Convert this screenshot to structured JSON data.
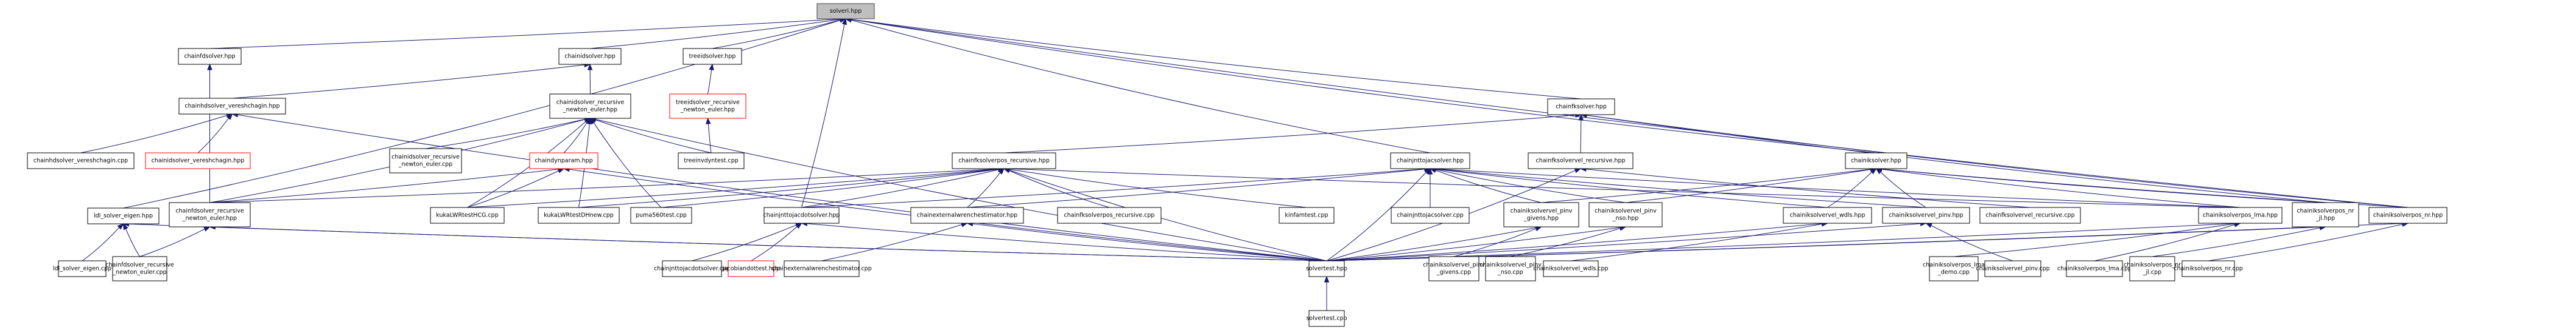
{
  "title": "solveri.hpp include dependency graph",
  "colors": {
    "edge": "#191970",
    "root_fill": "#bfbfbf",
    "node_border": "#000000",
    "missing_border": "#ff0000"
  },
  "nodes": [
    {
      "id": "solveri_hpp",
      "lines": [
        "solveri.hpp"
      ],
      "style": "root"
    },
    {
      "id": "chainfdsolver_hpp",
      "lines": [
        "chainfdsolver.hpp"
      ]
    },
    {
      "id": "chainidsolver_hpp",
      "lines": [
        "chainidsolver.hpp"
      ]
    },
    {
      "id": "treeidsolver_hpp",
      "lines": [
        "treeidsolver.hpp"
      ]
    },
    {
      "id": "chainfksolver_hpp",
      "lines": [
        "chainfksolver.hpp"
      ]
    },
    {
      "id": "chainhdsolver_vereshchagin_hpp",
      "lines": [
        "chainhdsolver_vereshchagin.hpp"
      ]
    },
    {
      "id": "chainidsolver_recursive_newton_euler_hpp",
      "lines": [
        "chainidsolver_recursive",
        "_newton_euler.hpp"
      ]
    },
    {
      "id": "treeidsolver_recursive_newton_euler_hpp",
      "lines": [
        "treeidsolver_recursive",
        "_newton_euler.hpp"
      ],
      "style": "red"
    },
    {
      "id": "chainhdsolver_vereshchagin_cpp",
      "lines": [
        "chainhdsolver_vereshchagin.cpp"
      ]
    },
    {
      "id": "chainidsolver_vereshchagin_hpp",
      "lines": [
        "chainidsolver_vereshchagin.hpp"
      ],
      "style": "red"
    },
    {
      "id": "chainidsolver_recursive_newton_euler_cpp",
      "lines": [
        "chainidsolver_recursive",
        "_newton_euler.cpp"
      ]
    },
    {
      "id": "chaindynparam_hpp",
      "lines": [
        "chaindynparam.hpp"
      ],
      "style": "red"
    },
    {
      "id": "treeinvdyntest_cpp",
      "lines": [
        "treeinvdyntest.cpp"
      ]
    },
    {
      "id": "chainfksolverpos_recursive_hpp",
      "lines": [
        "chainfksolverpos_recursive.hpp"
      ]
    },
    {
      "id": "chainjnttojacsolver_hpp",
      "lines": [
        "chainjnttojacsolver.hpp"
      ]
    },
    {
      "id": "chainfksolvervel_recursive_hpp",
      "lines": [
        "chainfksolvervel_recursive.hpp"
      ]
    },
    {
      "id": "chainiksolver_hpp",
      "lines": [
        "chainiksolver.hpp"
      ]
    },
    {
      "id": "ldl_solver_eigen_hpp",
      "lines": [
        "ldl_solver_eigen.hpp"
      ]
    },
    {
      "id": "chainfdsolver_recursive_newton_euler_hpp",
      "lines": [
        "chainfdsolver_recursive",
        "_newton_euler.hpp"
      ]
    },
    {
      "id": "kukaLWRtestHCG_cpp",
      "lines": [
        "kukaLWRtestHCG.cpp"
      ]
    },
    {
      "id": "kukaLWRtestDHnew_cpp",
      "lines": [
        "kukaLWRtestDHnew.cpp"
      ]
    },
    {
      "id": "puma560test_cpp",
      "lines": [
        "puma560test.cpp"
      ]
    },
    {
      "id": "chainjnttojacdotsolver_hpp",
      "lines": [
        "chainjnttojacdotsolver.hpp"
      ]
    },
    {
      "id": "chainexternalwrenchestimator_hpp",
      "lines": [
        "chainexternalwrenchestimator.hpp"
      ]
    },
    {
      "id": "chainfksolverpos_recursive_cpp",
      "lines": [
        "chainfksolverpos_recursive.cpp"
      ]
    },
    {
      "id": "kinfamtest_cpp",
      "lines": [
        "kinfamtest.cpp"
      ]
    },
    {
      "id": "chainjnttojacsolver_cpp",
      "lines": [
        "chainjnttojacsolver.cpp"
      ]
    },
    {
      "id": "chainiksolvervel_pinv_givens_hpp",
      "lines": [
        "chainiksolvervel_pinv",
        "_givens.hpp"
      ]
    },
    {
      "id": "chainiksolvervel_pinv_nso_hpp",
      "lines": [
        "chainiksolvervel_pinv",
        "_nso.hpp"
      ]
    },
    {
      "id": "chainiksolvervel_wdls_hpp",
      "lines": [
        "chainiksolvervel_wdls.hpp"
      ]
    },
    {
      "id": "chainiksolvervel_pinv_hpp",
      "lines": [
        "chainiksolvervel_pinv.hpp"
      ]
    },
    {
      "id": "chainfksolvervel_recursive_cpp",
      "lines": [
        "chainfksolvervel_recursive.cpp"
      ]
    },
    {
      "id": "chainiksolverpos_lma_hpp",
      "lines": [
        "chainiksolverpos_lma.hpp"
      ]
    },
    {
      "id": "chainiksolverpos_nr_jl_hpp",
      "lines": [
        "chainiksolverpos_nr",
        "_jl.hpp"
      ]
    },
    {
      "id": "chainiksolverpos_nr_hpp",
      "lines": [
        "chainiksolverpos_nr.hpp"
      ]
    },
    {
      "id": "ldl_solver_eigen_cpp",
      "lines": [
        "ldl_solver_eigen.cpp"
      ]
    },
    {
      "id": "chainfdsolver_recursive_newton_euler_cpp",
      "lines": [
        "chainfdsolver_recursive",
        "_newton_euler.cpp"
      ]
    },
    {
      "id": "chainjnttojacdotsolver_cpp",
      "lines": [
        "chainjnttojacdotsolver.cpp"
      ]
    },
    {
      "id": "jacobiandottest_hpp",
      "lines": [
        "jacobiandottest.hpp"
      ],
      "style": "red"
    },
    {
      "id": "chainexternalwrenchestimator_cpp",
      "lines": [
        "chainexternalwrenchestimator.cpp"
      ]
    },
    {
      "id": "solvertest_hpp",
      "lines": [
        "solvertest.hpp"
      ]
    },
    {
      "id": "chainiksolvervel_pinv_givens_cpp",
      "lines": [
        "chainiksolvervel_pinv",
        "_givens.cpp"
      ]
    },
    {
      "id": "chainiksolvervel_pinv_nso_cpp",
      "lines": [
        "chainiksolvervel_pinv",
        "_nso.cpp"
      ]
    },
    {
      "id": "chainiksolvervel_wdls_cpp",
      "lines": [
        "chainiksolvervel_wdls.cpp"
      ]
    },
    {
      "id": "chainiksolverpos_lma_demo_cpp",
      "lines": [
        "chainiksolverpos_lma",
        "_demo.cpp"
      ]
    },
    {
      "id": "chainiksolvervel_pinv_cpp",
      "lines": [
        "chainiksolvervel_pinv.cpp"
      ]
    },
    {
      "id": "chainiksolverpos_lma_cpp",
      "lines": [
        "chainiksolverpos_lma.cpp"
      ]
    },
    {
      "id": "chainiksolverpos_nr_jl_cpp",
      "lines": [
        "chainiksolverpos_nr",
        "_jl.cpp"
      ]
    },
    {
      "id": "chainiksolverpos_nr_cpp",
      "lines": [
        "chainiksolverpos_nr.cpp"
      ]
    },
    {
      "id": "solvertest_cpp",
      "lines": [
        "solvertest.cpp"
      ]
    }
  ],
  "edges": [
    [
      "chainfdsolver_hpp",
      "solveri_hpp"
    ],
    [
      "chainidsolver_hpp",
      "solveri_hpp"
    ],
    [
      "treeidsolver_hpp",
      "solveri_hpp"
    ],
    [
      "chainfksolver_hpp",
      "solveri_hpp"
    ],
    [
      "chainiksolver_hpp",
      "solveri_hpp"
    ],
    [
      "chainjnttojacsolver_hpp",
      "solveri_hpp"
    ],
    [
      "ldl_solver_eigen_hpp",
      "solveri_hpp"
    ],
    [
      "chainjnttojacdotsolver_hpp",
      "solveri_hpp"
    ],
    [
      "chainiksolverpos_nr_hpp",
      "solveri_hpp"
    ],
    [
      "chainhdsolver_vereshchagin_hpp",
      "chainidsolver_hpp"
    ],
    [
      "chainidsolver_recursive_newton_euler_hpp",
      "chainidsolver_hpp"
    ],
    [
      "chainfdsolver_recursive_newton_euler_hpp",
      "chainfdsolver_hpp"
    ],
    [
      "treeidsolver_recursive_newton_euler_hpp",
      "treeidsolver_hpp"
    ],
    [
      "chainhdsolver_vereshchagin_cpp",
      "chainhdsolver_vereshchagin_hpp"
    ],
    [
      "chainidsolver_vereshchagin_hpp",
      "chainhdsolver_vereshchagin_hpp"
    ],
    [
      "solvertest_hpp",
      "chainhdsolver_vereshchagin_hpp"
    ],
    [
      "chainidsolver_recursive_newton_euler_cpp",
      "chainidsolver_recursive_newton_euler_hpp"
    ],
    [
      "chaindynparam_hpp",
      "chainidsolver_recursive_newton_euler_hpp"
    ],
    [
      "chainfdsolver_recursive_newton_euler_hpp",
      "chainidsolver_recursive_newton_euler_hpp"
    ],
    [
      "kukaLWRtestHCG_cpp",
      "chainidsolver_recursive_newton_euler_hpp"
    ],
    [
      "kukaLWRtestDHnew_cpp",
      "chainidsolver_recursive_newton_euler_hpp"
    ],
    [
      "puma560test_cpp",
      "chainidsolver_recursive_newton_euler_hpp"
    ],
    [
      "treeinvdyntest_cpp",
      "chainidsolver_recursive_newton_euler_hpp"
    ],
    [
      "solvertest_hpp",
      "chainidsolver_recursive_newton_euler_hpp"
    ],
    [
      "treeinvdyntest_cpp",
      "treeidsolver_recursive_newton_euler_hpp"
    ],
    [
      "chainfdsolver_recursive_newton_euler_hpp",
      "chaindynparam_hpp"
    ],
    [
      "kukaLWRtestHCG_cpp",
      "chaindynparam_hpp"
    ],
    [
      "solvertest_hpp",
      "chaindynparam_hpp"
    ],
    [
      "chainfksolverpos_recursive_hpp",
      "chainfksolver_hpp"
    ],
    [
      "chainfksolvervel_recursive_hpp",
      "chainfksolver_hpp"
    ],
    [
      "chainiksolverpos_nr_jl_hpp",
      "chainfksolver_hpp"
    ],
    [
      "chainiksolverpos_nr_hpp",
      "chainfksolver_hpp"
    ],
    [
      "chainfdsolver_recursive_newton_euler_hpp",
      "chainfksolverpos_recursive_hpp"
    ],
    [
      "kukaLWRtestHCG_cpp",
      "chainfksolverpos_recursive_hpp"
    ],
    [
      "kukaLWRtestDHnew_cpp",
      "chainfksolverpos_recursive_hpp"
    ],
    [
      "puma560test_cpp",
      "chainfksolverpos_recursive_hpp"
    ],
    [
      "chainjnttojacdotsolver_hpp",
      "chainfksolverpos_recursive_hpp"
    ],
    [
      "chainexternalwrenchestimator_hpp",
      "chainfksolverpos_recursive_hpp"
    ],
    [
      "chainfksolverpos_recursive_cpp",
      "chainfksolverpos_recursive_hpp"
    ],
    [
      "kinfamtest_cpp",
      "chainfksolverpos_recursive_hpp"
    ],
    [
      "solvertest_hpp",
      "chainfksolverpos_recursive_hpp"
    ],
    [
      "chainiksolverpos_lma_hpp",
      "chainfksolverpos_recursive_hpp"
    ],
    [
      "chainjnttojacdotsolver_hpp",
      "chainjnttojacsolver_hpp"
    ],
    [
      "chainexternalwrenchestimator_hpp",
      "chainjnttojacsolver_hpp"
    ],
    [
      "chainjnttojacsolver_cpp",
      "chainjnttojacsolver_hpp"
    ],
    [
      "chainiksolvervel_pinv_givens_hpp",
      "chainjnttojacsolver_hpp"
    ],
    [
      "chainiksolvervel_pinv_nso_hpp",
      "chainjnttojacsolver_hpp"
    ],
    [
      "chainiksolvervel_wdls_hpp",
      "chainjnttojacsolver_hpp"
    ],
    [
      "chainiksolvervel_pinv_hpp",
      "chainjnttojacsolver_hpp"
    ],
    [
      "chainiksolverpos_lma_hpp",
      "chainjnttojacsolver_hpp"
    ],
    [
      "solvertest_hpp",
      "chainjnttojacsolver_hpp"
    ],
    [
      "solvertest_hpp",
      "chainfksolvervel_recursive_hpp"
    ],
    [
      "chainfksolvervel_recursive_cpp",
      "chainfksolvervel_recursive_hpp"
    ],
    [
      "chainiksolvervel_pinv_givens_hpp",
      "chainiksolver_hpp"
    ],
    [
      "chainiksolvervel_pinv_nso_hpp",
      "chainiksolver_hpp"
    ],
    [
      "chainiksolvervel_wdls_hpp",
      "chainiksolver_hpp"
    ],
    [
      "chainiksolvervel_pinv_hpp",
      "chainiksolver_hpp"
    ],
    [
      "chainiksolverpos_lma_hpp",
      "chainiksolver_hpp"
    ],
    [
      "chainiksolverpos_nr_jl_hpp",
      "chainiksolver_hpp"
    ],
    [
      "chainiksolverpos_nr_hpp",
      "chainiksolver_hpp"
    ],
    [
      "ldl_solver_eigen_cpp",
      "ldl_solver_eigen_hpp"
    ],
    [
      "chainfdsolver_recursive_newton_euler_cpp",
      "ldl_solver_eigen_hpp"
    ],
    [
      "solvertest_hpp",
      "ldl_solver_eigen_hpp"
    ],
    [
      "chainfdsolver_recursive_newton_euler_cpp",
      "chainfdsolver_recursive_newton_euler_hpp"
    ],
    [
      "solvertest_hpp",
      "chainfdsolver_recursive_newton_euler_hpp"
    ],
    [
      "chainjnttojacdotsolver_cpp",
      "chainjnttojacdotsolver_hpp"
    ],
    [
      "jacobiandottest_hpp",
      "chainjnttojacdotsolver_hpp"
    ],
    [
      "solvertest_hpp",
      "chainjnttojacdotsolver_hpp"
    ],
    [
      "chainexternalwrenchestimator_cpp",
      "chainexternalwrenchestimator_hpp"
    ],
    [
      "solvertest_hpp",
      "chainexternalwrenchestimator_hpp"
    ],
    [
      "chainiksolvervel_pinv_givens_cpp",
      "chainiksolvervel_pinv_givens_hpp"
    ],
    [
      "solvertest_hpp",
      "chainiksolvervel_pinv_givens_hpp"
    ],
    [
      "chainiksolvervel_pinv_nso_cpp",
      "chainiksolvervel_pinv_nso_hpp"
    ],
    [
      "solvertest_hpp",
      "chainiksolvervel_pinv_nso_hpp"
    ],
    [
      "chainiksolvervel_wdls_cpp",
      "chainiksolvervel_wdls_hpp"
    ],
    [
      "solvertest_hpp",
      "chainiksolvervel_wdls_hpp"
    ],
    [
      "chainiksolvervel_pinv_cpp",
      "chainiksolvervel_pinv_hpp"
    ],
    [
      "solvertest_hpp",
      "chainiksolvervel_pinv_hpp"
    ],
    [
      "chainiksolverpos_lma_cpp",
      "chainiksolverpos_lma_hpp"
    ],
    [
      "chainiksolverpos_lma_demo_cpp",
      "chainiksolverpos_lma_hpp"
    ],
    [
      "solvertest_hpp",
      "chainiksolverpos_lma_hpp"
    ],
    [
      "chainiksolverpos_nr_jl_cpp",
      "chainiksolverpos_nr_jl_hpp"
    ],
    [
      "solvertest_hpp",
      "chainiksolverpos_nr_jl_hpp"
    ],
    [
      "chainiksolverpos_nr_cpp",
      "chainiksolverpos_nr_hpp"
    ],
    [
      "solvertest_hpp",
      "chainiksolverpos_nr_hpp"
    ],
    [
      "solvertest_cpp",
      "solvertest_hpp"
    ]
  ]
}
